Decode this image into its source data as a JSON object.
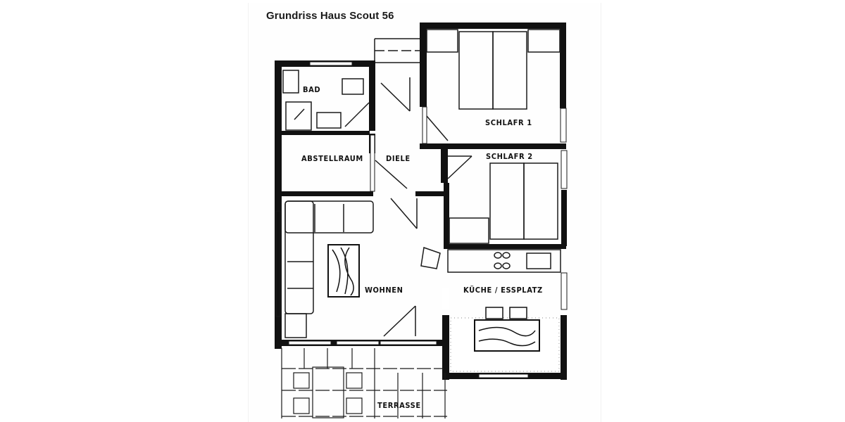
{
  "title": "Grundriss Haus Scout 56",
  "rooms": [
    {
      "id": "bad",
      "label": "BAD"
    },
    {
      "id": "abstellraum",
      "label": "ABSTELLRAUM"
    },
    {
      "id": "diele",
      "label": "DIELE"
    },
    {
      "id": "schlafr1",
      "label": "SCHLAFR 1"
    },
    {
      "id": "schlafr2",
      "label": "SCHLAFR 2"
    },
    {
      "id": "wohnen",
      "label": "WOHNEN"
    },
    {
      "id": "kueche",
      "label": "KÜCHE / ESSPLATZ"
    },
    {
      "id": "terrasse",
      "label": "TERRASSE"
    }
  ],
  "colors": {
    "wall": "#111111",
    "paper": "#ffffff",
    "line": "#1a1a1a"
  }
}
